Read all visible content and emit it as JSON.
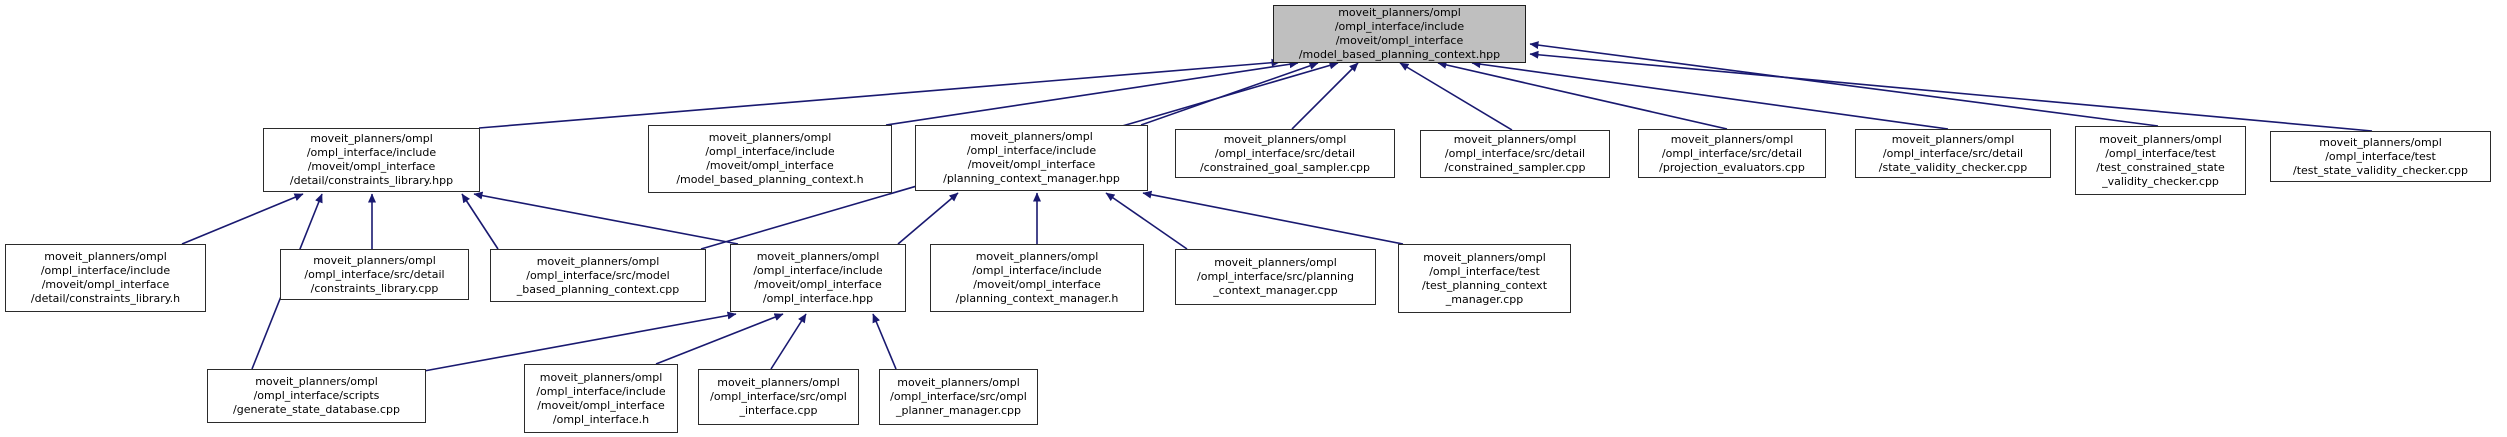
{
  "diagram": {
    "type": "doxygen-included-by-graph",
    "title": "Files that directly or indirectly include model_based_planning_context.hpp",
    "colors": {
      "edge": "#191970",
      "root_fill": "#bfbfbf",
      "node_fill": "#ffffff",
      "border": "#2b2b2b"
    },
    "root_id": "r",
    "nodes": {
      "r": {
        "text": "moveit_planners/ompl\n/ompl_interface/include\n/moveit/ompl_interface\n/model_based_planning_context.hpp"
      },
      "a": {
        "text": "moveit_planners/ompl\n/ompl_interface/include\n/moveit/ompl_interface\n/detail/constraints_library.hpp"
      },
      "b": {
        "text": "moveit_planners/ompl\n/ompl_interface/include\n/moveit/ompl_interface\n/model_based_planning_context.h"
      },
      "c": {
        "text": "moveit_planners/ompl\n/ompl_interface/include\n/moveit/ompl_interface\n/planning_context_manager.hpp"
      },
      "d": {
        "text": "moveit_planners/ompl\n/ompl_interface/src/detail\n/constrained_goal_sampler.cpp"
      },
      "e": {
        "text": "moveit_planners/ompl\n/ompl_interface/src/detail\n/constrained_sampler.cpp"
      },
      "f": {
        "text": "moveit_planners/ompl\n/ompl_interface/src/detail\n/projection_evaluators.cpp"
      },
      "g": {
        "text": "moveit_planners/ompl\n/ompl_interface/src/detail\n/state_validity_checker.cpp"
      },
      "h": {
        "text": "moveit_planners/ompl\n/ompl_interface/test\n/test_constrained_state\n_validity_checker.cpp"
      },
      "i": {
        "text": "moveit_planners/ompl\n/ompl_interface/test\n/test_state_validity_checker.cpp"
      },
      "j": {
        "text": "moveit_planners/ompl\n/ompl_interface/include\n/moveit/ompl_interface\n/detail/constraints_library.h"
      },
      "k": {
        "text": "moveit_planners/ompl\n/ompl_interface/src/detail\n/constraints_library.cpp"
      },
      "l": {
        "text": "moveit_planners/ompl\n/ompl_interface/src/model\n_based_planning_context.cpp"
      },
      "m": {
        "text": "moveit_planners/ompl\n/ompl_interface/include\n/moveit/ompl_interface\n/ompl_interface.hpp"
      },
      "n": {
        "text": "moveit_planners/ompl\n/ompl_interface/include\n/moveit/ompl_interface\n/planning_context_manager.h"
      },
      "o": {
        "text": "moveit_planners/ompl\n/ompl_interface/src/planning\n_context_manager.cpp"
      },
      "p": {
        "text": "moveit_planners/ompl\n/ompl_interface/test\n/test_planning_context\n_manager.cpp"
      },
      "q": {
        "text": "moveit_planners/ompl\n/ompl_interface/scripts\n/generate_state_database.cpp"
      },
      "s": {
        "text": "moveit_planners/ompl\n/ompl_interface/include\n/moveit/ompl_interface\n/ompl_interface.h"
      },
      "t": {
        "text": "moveit_planners/ompl\n/ompl_interface/src/ompl\n_interface.cpp"
      },
      "u": {
        "text": "moveit_planners/ompl\n/ompl_interface/src/ompl\n_planner_manager.cpp"
      }
    },
    "edges": [
      {
        "from": "a",
        "to": "r"
      },
      {
        "from": "b",
        "to": "r"
      },
      {
        "from": "c",
        "to": "r"
      },
      {
        "from": "l",
        "to": "r"
      },
      {
        "from": "d",
        "to": "r"
      },
      {
        "from": "e",
        "to": "r"
      },
      {
        "from": "f",
        "to": "r"
      },
      {
        "from": "g",
        "to": "r"
      },
      {
        "from": "h",
        "to": "r"
      },
      {
        "from": "i",
        "to": "r"
      },
      {
        "from": "j",
        "to": "a"
      },
      {
        "from": "k",
        "to": "a"
      },
      {
        "from": "q",
        "to": "a"
      },
      {
        "from": "l",
        "to": "a"
      },
      {
        "from": "m",
        "to": "a"
      },
      {
        "from": "m",
        "to": "c"
      },
      {
        "from": "n",
        "to": "c"
      },
      {
        "from": "o",
        "to": "c"
      },
      {
        "from": "p",
        "to": "c"
      },
      {
        "from": "q",
        "to": "m"
      },
      {
        "from": "s",
        "to": "m"
      },
      {
        "from": "t",
        "to": "m"
      },
      {
        "from": "u",
        "to": "m"
      }
    ]
  }
}
